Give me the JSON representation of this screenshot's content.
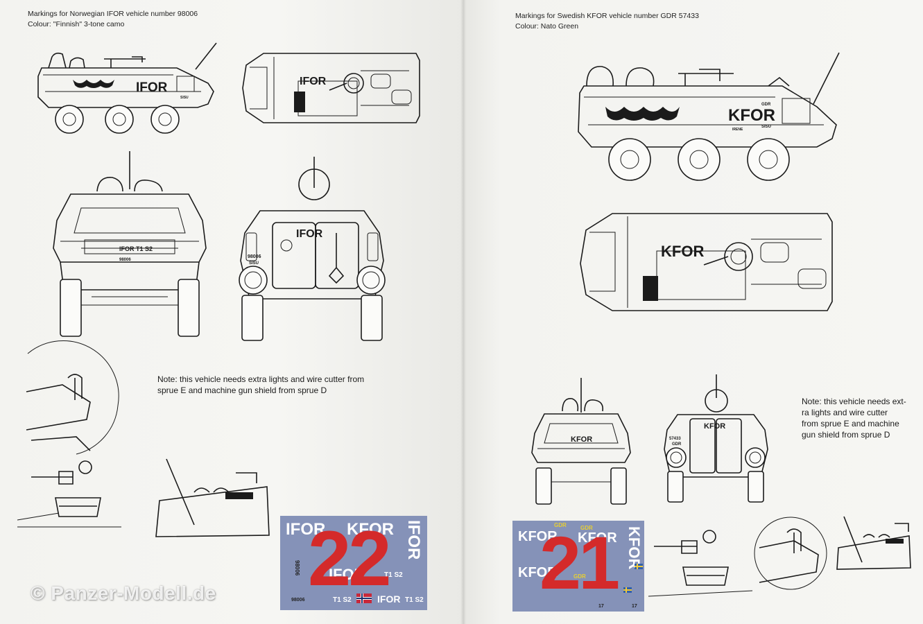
{
  "left_page": {
    "header_line1": "Markings for Norwegian IFOR vehicle number 98006",
    "header_line2": "Colour: \"Finnish\" 3-tone camo",
    "side_marking": "IFOR",
    "side_small": "SISU",
    "top_marking": "IFOR",
    "front_plate": "IFOR T1 S2",
    "front_number": "98006",
    "rear_marking": "IFOR",
    "rear_number": "98006",
    "rear_small": "SISU",
    "note_line1": "Note: this vehicle needs extra lights and wire cutter from",
    "note_line2": "sprue E and machine gun shield from sprue D",
    "decal_sheet": {
      "number": "22",
      "texts": [
        "IFOR",
        "KFOR",
        "IFOR",
        "IFOR",
        "T1 S2",
        "IFOR",
        "T1 S2",
        "T1 S2",
        "98006",
        "98006"
      ]
    }
  },
  "right_page": {
    "header_line1": "Markings for Swedish KFOR vehicle number GDR 57433",
    "header_line2": "Colour: Nato Green",
    "side_marking": "KFOR",
    "side_small_top": "GDR",
    "side_small_mid": "IRENE",
    "side_small_bottom": "SISU",
    "top_marking": "KFOR",
    "front_marking": "KFOR",
    "rear_marking": "KFOR",
    "rear_number_top": "57433",
    "rear_number_bottom": "GDR",
    "note_lines": [
      "Note: this vehicle needs ext-",
      "ra lights and wire cutter",
      "from sprue E and machine",
      "gun shield from sprue D"
    ],
    "decal_sheet": {
      "number": "21",
      "texts": [
        "KFOR",
        "GDR",
        "KFOR",
        "GDR",
        "KFOR",
        "KFOR",
        "GDR",
        "17",
        "17"
      ]
    }
  },
  "watermark": "© Panzer-Modell.de",
  "colors": {
    "paper": "#f3f3f0",
    "ink": "#1b1b1b",
    "decal_sheet": "#8592b8",
    "decal_number": "#d42a2a"
  }
}
